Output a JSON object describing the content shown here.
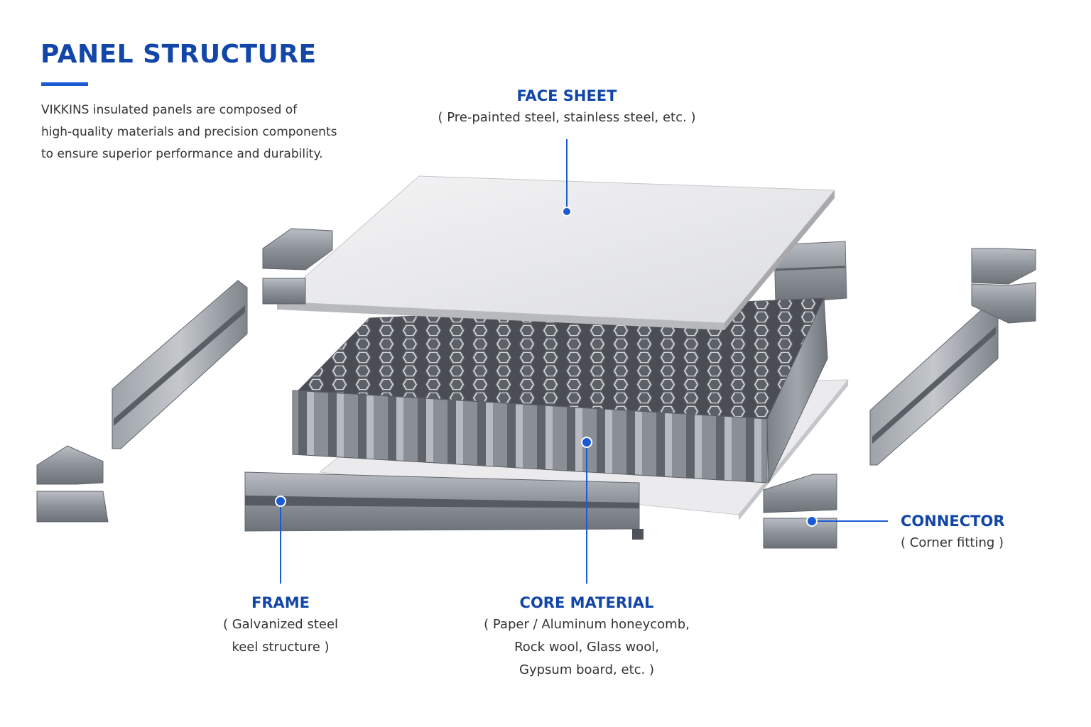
{
  "header": {
    "title": "PANEL STRUCTURE",
    "intro_lines": [
      "VIKKINS insulated panels are composed of",
      "high-quality materials and precision components",
      "to ensure superior performance and durability."
    ]
  },
  "callouts": {
    "face_sheet": {
      "title": "FACE SHEET",
      "lines": [
        "( Pre-painted steel, stainless steel, etc. )"
      ]
    },
    "connector": {
      "title": "CONNECTOR",
      "lines": [
        "( Corner fitting )"
      ]
    },
    "frame": {
      "title": "FRAME",
      "lines": [
        "( Galvanized steel",
        "keel structure )"
      ]
    },
    "core_material": {
      "title": "CORE MATERIAL",
      "lines": [
        "( Paper / Aluminum honeycomb,",
        "Rock wool, Glass wool,",
        "Gypsum board, etc. )"
      ]
    }
  },
  "colors": {
    "accent": "#1246a8",
    "leader_line": "#1a5bd4",
    "metal": "#8d9299",
    "sheet": "#e6e7e9"
  }
}
